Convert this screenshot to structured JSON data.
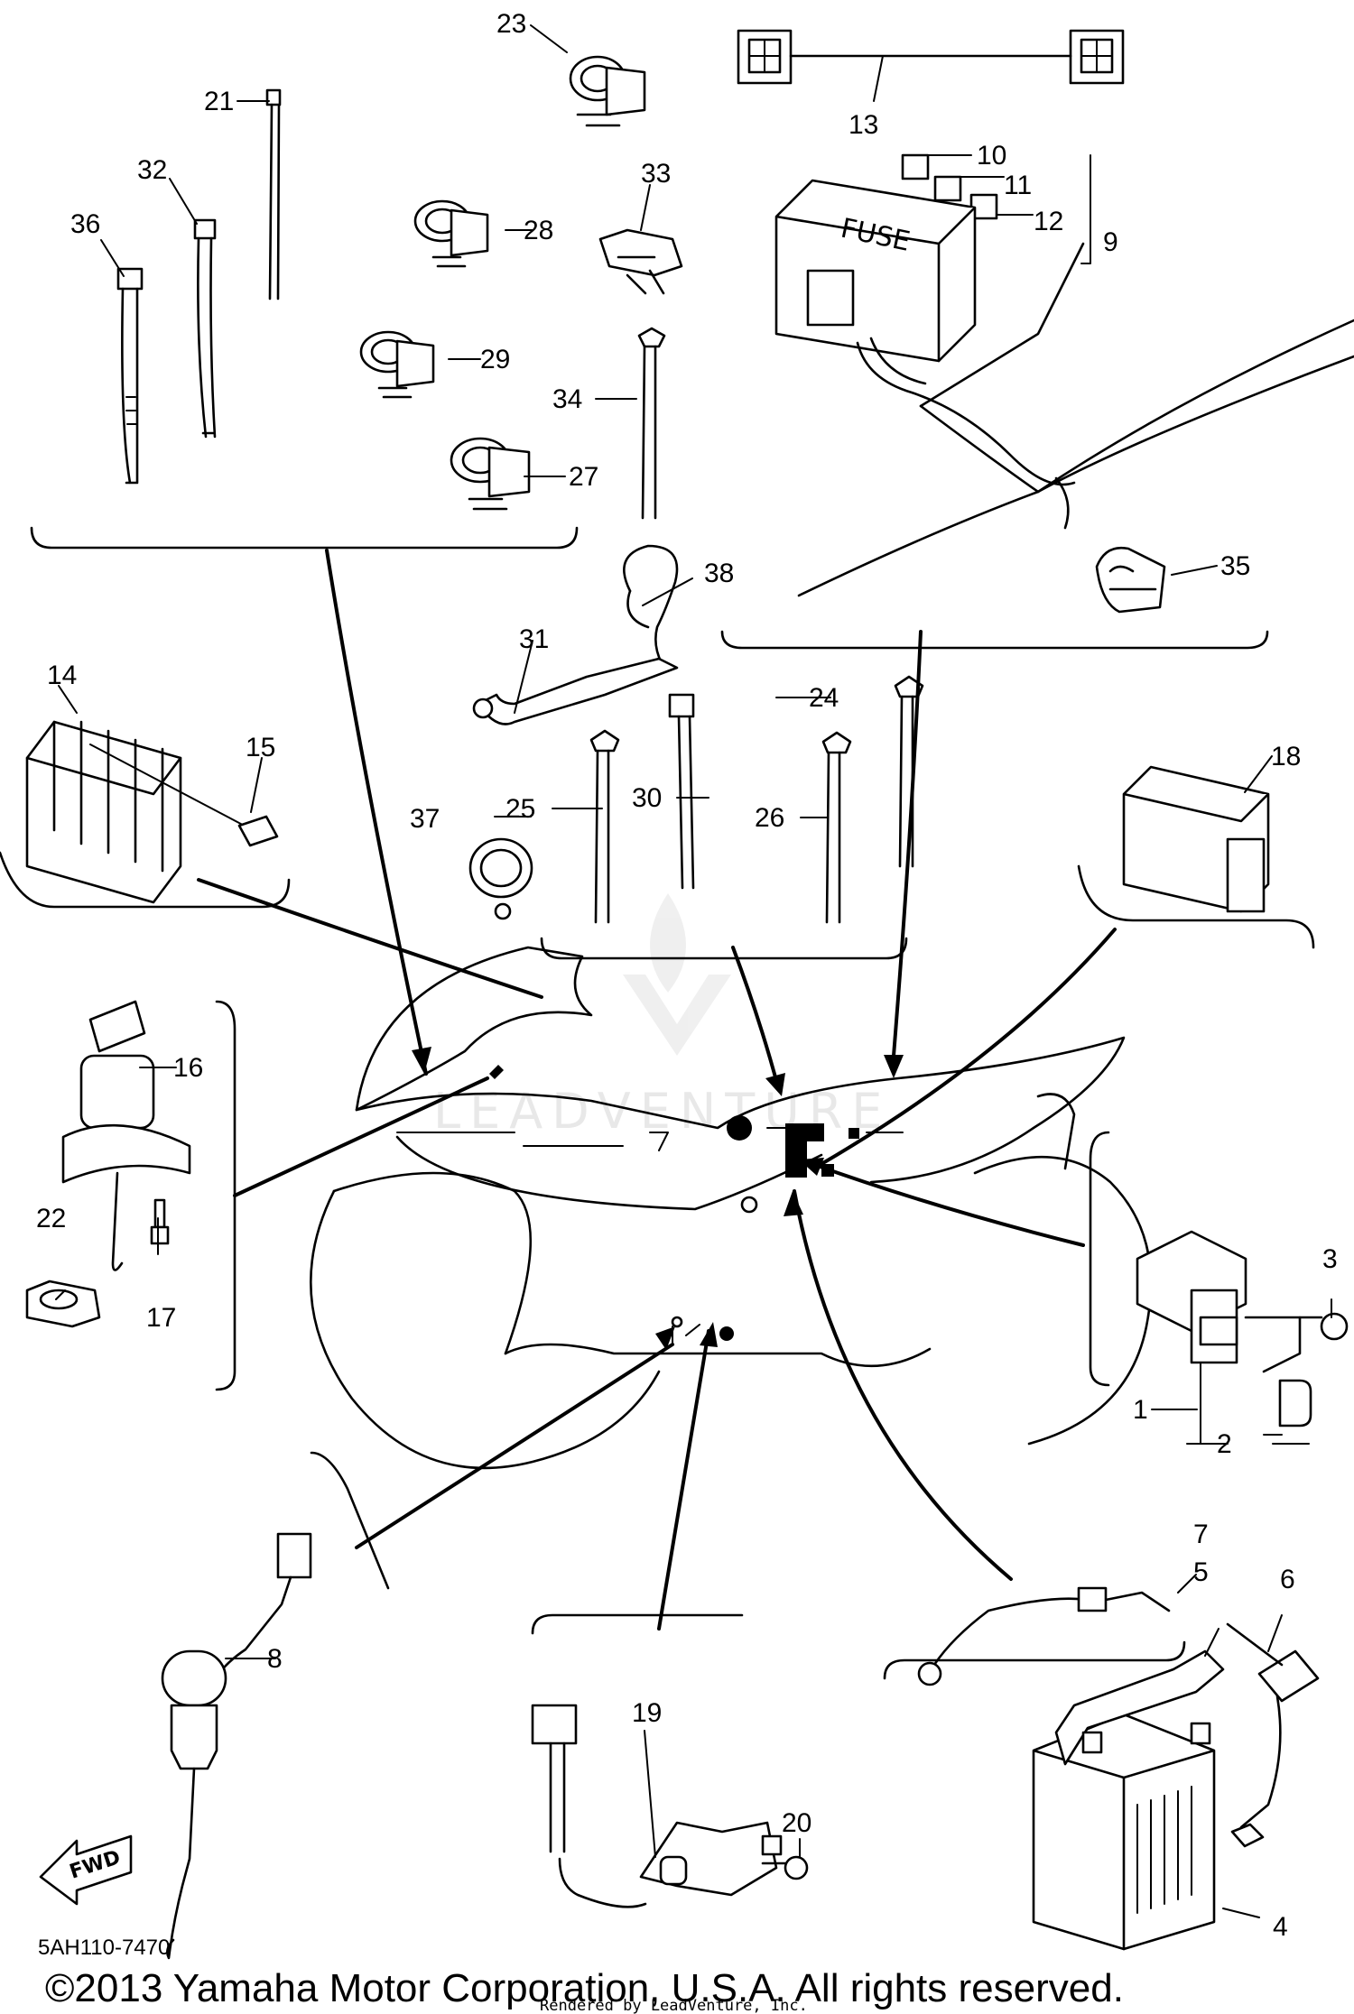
{
  "diagram": {
    "catalog_code": "5AH110-7470",
    "copyright": "©2013 Yamaha Motor Corporation, U.S.A. All rights reserved.",
    "rendered_by": "Rendered by LeadVenture, Inc.",
    "watermark": "LEADVENTURE",
    "fuse_box_text": "FUSE",
    "fwd_arrow_text": "FWD",
    "callouts": [
      "1",
      "2",
      "3",
      "4",
      "5",
      "6",
      "7",
      "8",
      "9",
      "10",
      "11",
      "12",
      "13",
      "14",
      "15",
      "16",
      "17",
      "18",
      "19",
      "20",
      "21",
      "22",
      "23",
      "24",
      "25",
      "26",
      "27",
      "28",
      "29",
      "30",
      "31",
      "32",
      "33",
      "34",
      "35",
      "36",
      "37",
      "38"
    ]
  }
}
